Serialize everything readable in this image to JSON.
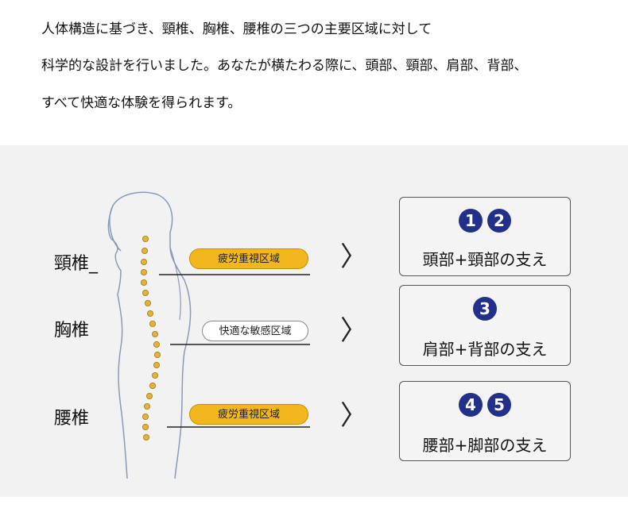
{
  "intro": {
    "line1": "人体構造に基づき、頸椎、胸椎、腰椎の三つの主要区域に対して",
    "line2": "科学的な設計を行いました。あなたが横たわる際に、頭部、頸部、肩部、背部、",
    "line3": "すべて快適な体験を得られます。"
  },
  "regions": [
    {
      "label": "頸椎_",
      "tag": "疲労重視区域",
      "tag_style": "yellow"
    },
    {
      "label": "胸椎",
      "tag": "快適な敏感区域",
      "tag_style": "white"
    },
    {
      "label": "腰椎",
      "tag": "疲労重視区域",
      "tag_style": "yellow"
    }
  ],
  "cards": [
    {
      "badges": [
        "1",
        "2"
      ],
      "label": "頭部+頸部の支え"
    },
    {
      "badges": [
        "3"
      ],
      "label": "肩部+背部の支え"
    },
    {
      "badges": [
        "4",
        "5"
      ],
      "label": "腰部+脚部の支え"
    }
  ],
  "chevron": "〉",
  "colors": {
    "badge": "#23308a",
    "tag_yellow": "#f2b71f",
    "vertebra": "#e2b23a",
    "panel": "#f2f2f2"
  }
}
